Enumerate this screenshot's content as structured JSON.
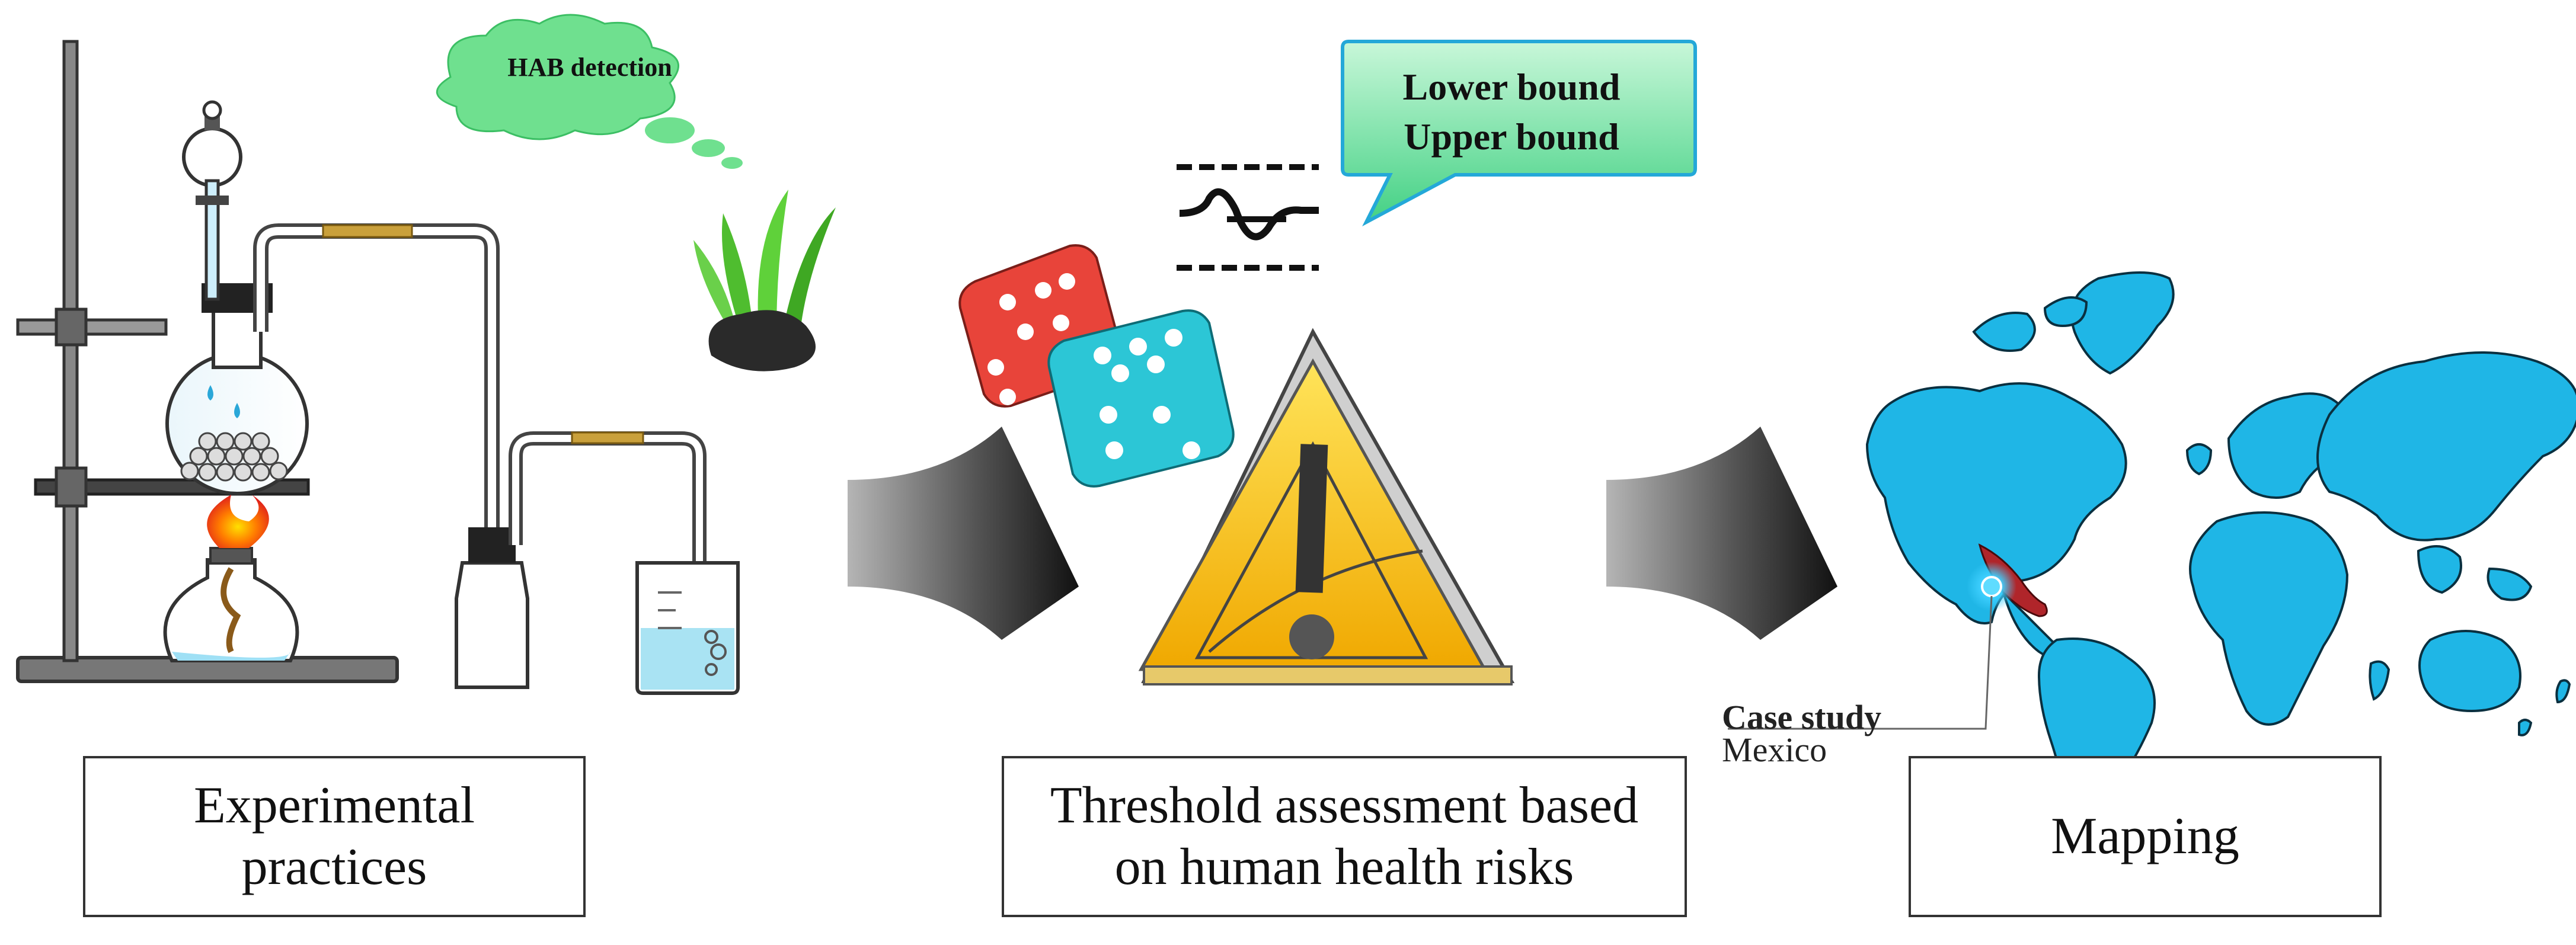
{
  "stages": [
    {
      "id": "experimental",
      "line1": "Experimental",
      "line2": "practices"
    },
    {
      "id": "threshold",
      "line1": "Threshold assessment based",
      "line2": "on human health risks"
    },
    {
      "id": "mapping",
      "line1": "Mapping",
      "line2": ""
    }
  ],
  "bubbles": {
    "hab": "HAB detection",
    "bounds": {
      "lower": "Lower bound",
      "upper": "Upper bound"
    }
  },
  "case_study": {
    "title": "Case study",
    "location": "Mexico"
  },
  "colors": {
    "ocean_blue": "#1fb6e6",
    "warning_yellow": "#f7c518",
    "die_red": "#e8443a",
    "die_cyan": "#2cc6d6",
    "algae_green": "#4fbd2f",
    "bubble_green": "#7fe3a6",
    "highlight_red": "#b0252a"
  },
  "icons": [
    "ring-stand-icon",
    "distillation-flask-icon",
    "burner-icon",
    "wash-bottle-icon",
    "beaker-icon",
    "algae-icon",
    "dice-icon",
    "warning-triangle-icon",
    "threshold-wave-icon",
    "arrow-icon",
    "world-map-icon",
    "location-pin-icon"
  ]
}
